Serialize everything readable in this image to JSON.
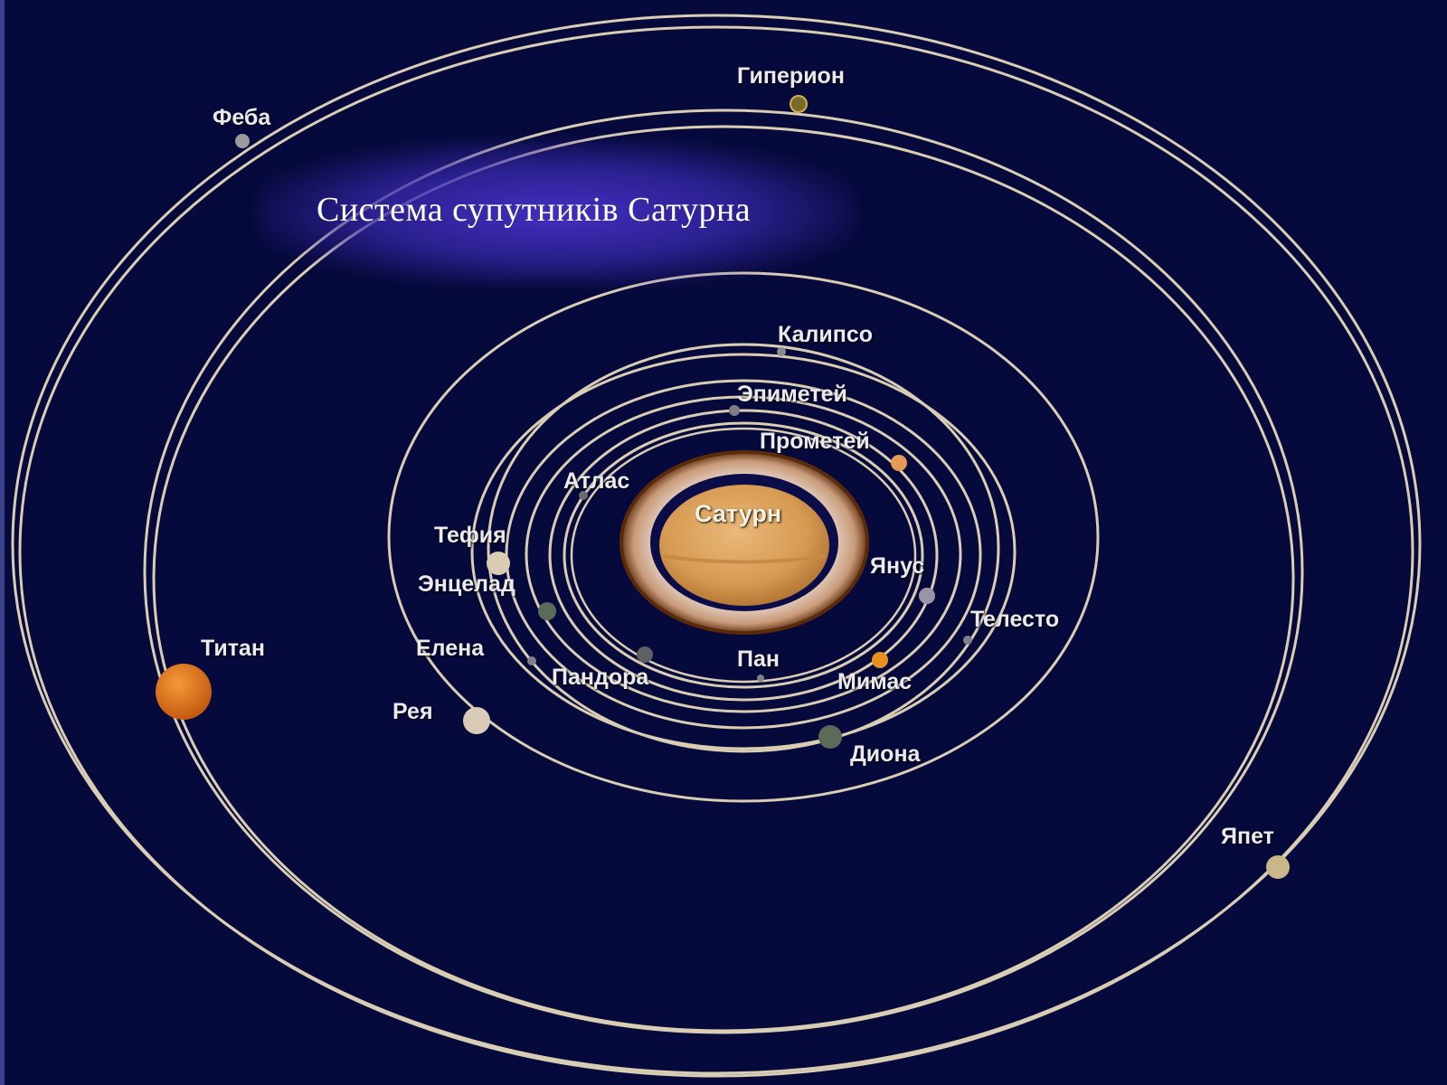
{
  "title": "Система супутників Сатурна",
  "colors": {
    "background": "#06093b",
    "orbit": "#d9cdb4",
    "saturn": "#dba35a",
    "titan": "#e07a1a"
  },
  "planet": {
    "label": "Сатурн"
  },
  "moons": {
    "giperion": "Гиперион",
    "feba": "Феба",
    "kalipso": "Калипсо",
    "epimetey": "Эпиметей",
    "prometey": "Прометей",
    "atlas": "Атлас",
    "tefiya": "Тефия",
    "yanus": "Янус",
    "entselad": "Энцелад",
    "telesto": "Телесто",
    "titan": "Титан",
    "elena": "Елена",
    "pandora": "Пандора",
    "pan": "Пан",
    "mimas": "Мимас",
    "reya": "Рея",
    "diona": "Диона",
    "yapet": "Япет"
  }
}
